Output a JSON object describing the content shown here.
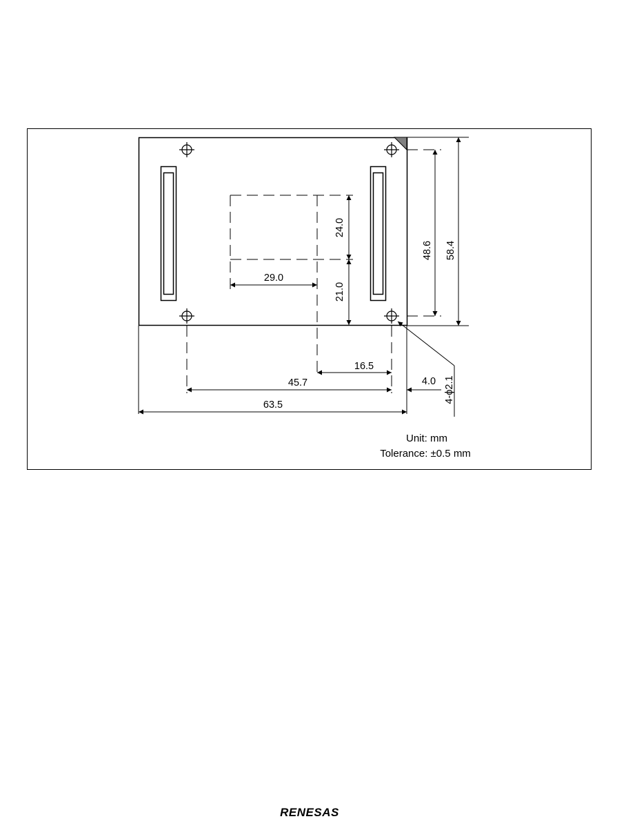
{
  "dimensions": {
    "d_24_0": "24.0",
    "d_21_0": "21.0",
    "d_29_0": "29.0",
    "d_48_6": "48.6",
    "d_58_4": "58.4",
    "d_16_5": "16.5",
    "d_45_7": "45.7",
    "d_4_0": "4.0",
    "d_63_5": "63.5",
    "hole_spec": "4-ϕ2.1"
  },
  "notes": {
    "unit": "Unit: mm",
    "tolerance": "Tolerance: ±0.5 mm"
  },
  "footer": {
    "logo_text": "RENESAS"
  },
  "colors": {
    "line": "#000000",
    "marker_fill": "#808080"
  }
}
